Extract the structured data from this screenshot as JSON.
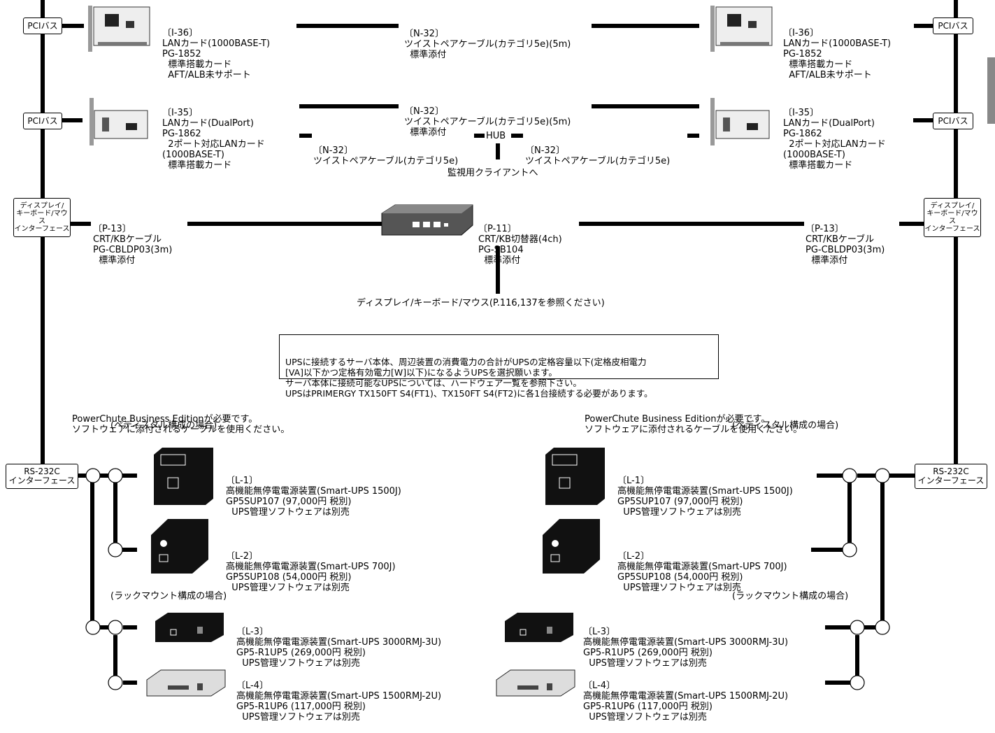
{
  "bus_labels": {
    "pci": "PCIバス",
    "display_if": [
      "ディスプレイ/",
      "キーボード/マウス",
      "インターフェース"
    ],
    "rs232": [
      "RS-232C",
      "インターフェース"
    ]
  },
  "i36": [
    "〔I-36〕",
    "LANカード(1000BASE-T)",
    "PG-1852",
    "  標準搭載カード",
    "  AFT/ALB未サポート"
  ],
  "i35": [
    "〔I-35〕",
    "LANカード(DualPort)",
    "PG-1862",
    "  2ポート対応LANカード",
    "(1000BASE-T)",
    "  標準搭載カード"
  ],
  "n32_5m": [
    "〔N-32〕",
    "ツイストペアケーブル(カテゴリ5e)(5m)",
    "  標準添付"
  ],
  "n32_short": [
    "〔N-32〕",
    "ツイストペアケーブル(カテゴリ5e)"
  ],
  "hub": "HUB",
  "monitor_client": "監視用クライアントへ",
  "p13": [
    "〔P-13〕",
    "CRT/KBケーブル",
    "PG-CBLDP03(3m)",
    "  標準添付"
  ],
  "p11": [
    "〔P-11〕",
    "CRT/KB切替器(4ch)",
    "PG-SB104",
    "  標準添付"
  ],
  "display_dest": "ディスプレイ/キーボード/マウス(P.116,137を参照ください)",
  "ups_note": [
    "UPSに接続するサーバ本体、周辺装置の消費電力の合計がUPSの定格容量以下(定格皮相電力",
    "[VA]以下かつ定格有効電力[W]以下)になるようUPSを選択願います。",
    "サーバ本体に接続可能なUPSについては、ハードウェア一覧を参照下さい。",
    "UPSはPRIMERGY TX150FT S4(FT1)、TX150FT S4(FT2)に各1台接続する必要があります。"
  ],
  "powerchute": [
    "PowerChute Business Editionが必要です。",
    "ソフトウェアに添付されるケーブルを使用ください。"
  ],
  "pedestal": "(ペディスタル構成の場合)",
  "rackmount": "(ラックマウント構成の場合)",
  "l1": [
    "〔L-1〕",
    "高機能無停電電源装置(Smart-UPS 1500J)",
    "GP5SUP107 (97,000円 税別)",
    "  UPS管理ソフトウェアは別売"
  ],
  "l2": [
    "〔L-2〕",
    "高機能無停電電源装置(Smart-UPS 700J)",
    "GP5SUP108 (54,000円 税別)",
    "  UPS管理ソフトウェアは別売"
  ],
  "l3": [
    "〔L-3〕",
    "高機能無停電電源装置(Smart-UPS 3000RMJ-3U)",
    "GP5-R1UP5 (269,000円 税別)",
    "  UPS管理ソフトウェアは別売"
  ],
  "l4": [
    "〔L-4〕",
    "高機能無停電電源装置(Smart-UPS 1500RMJ-2U)",
    "GP5-R1UP6 (117,000円 税別)",
    "  UPS管理ソフトウェアは別売"
  ],
  "colors": {
    "line": "#000000",
    "background": "#ffffff",
    "side_tab": "#888888"
  }
}
